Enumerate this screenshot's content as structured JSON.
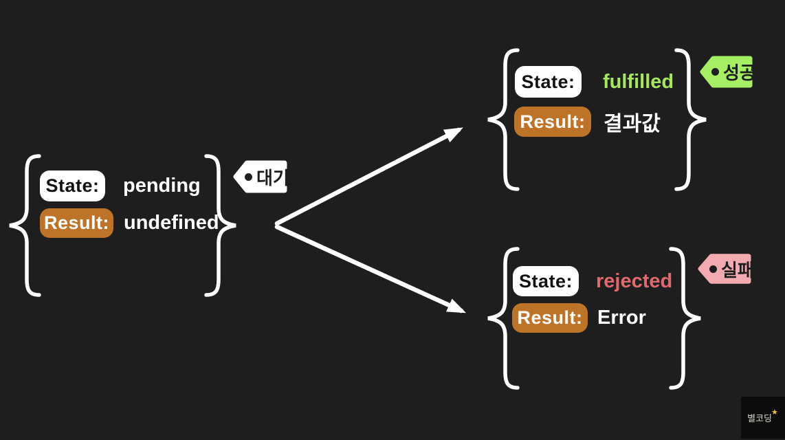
{
  "title": "Promise state diagram (pending → fulfilled / rejected)",
  "groups": {
    "pending": {
      "state_label": "State:",
      "state_value": "pending",
      "result_label": "Result:",
      "result_value": "undefined",
      "tag": "대기"
    },
    "fulfilled": {
      "state_label": "State:",
      "state_value": "fulfilled",
      "result_label": "Result:",
      "result_value": "결과값",
      "tag": "성공"
    },
    "rejected": {
      "state_label": "State:",
      "state_value": "rejected",
      "result_label": "Result:",
      "result_value": "Error",
      "tag": "실패"
    }
  },
  "colors": {
    "background": "#1e1e1e",
    "brace": "#ffffff",
    "arrow": "#ffffff",
    "state_pill_bg": "#ffffff",
    "state_pill_text": "#121212",
    "result_pill_bg": "#bd7328",
    "result_pill_text": "#ffffff",
    "value_text": "#ffffff",
    "fulfilled_text": "#a5e85e",
    "rejected_text": "#e0696f",
    "tag_waiting_bg": "#ffffff",
    "tag_success_bg": "#a6ee63",
    "tag_fail_bg": "#f3abb1",
    "tag_text": "#1d1d1d"
  },
  "watermark": {
    "text": "별코딩",
    "star": "★"
  }
}
